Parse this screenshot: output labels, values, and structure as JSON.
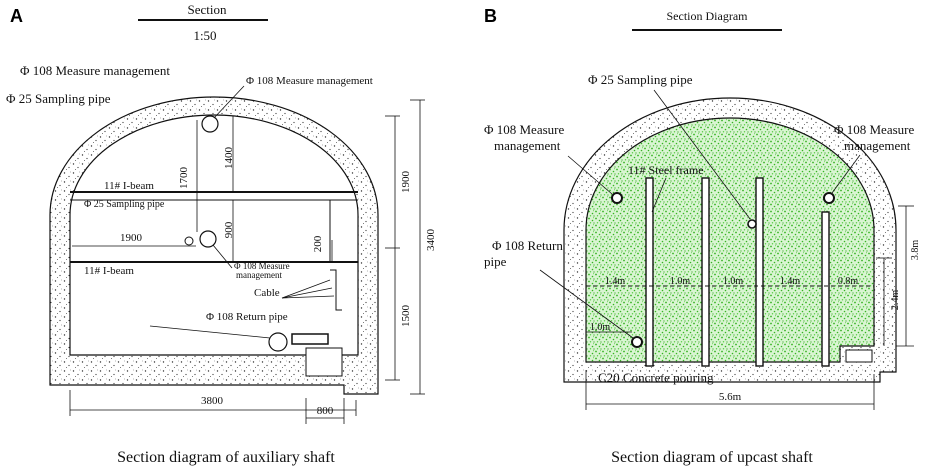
{
  "colors": {
    "concrete_fill": "#5fcf4a",
    "line": "#111111"
  },
  "panel_a": {
    "letter": "A",
    "section_title": "Section",
    "section_scale": "1:50",
    "caption": "Section diagram of auxiliary shaft",
    "labels": {
      "measure_top_left": "Φ 108 Measure management",
      "sampling_top_left": "Φ 25 Sampling pipe",
      "measure_top_inner": "Φ 108 Measure management",
      "ibeam_upper": "11# I-beam",
      "sampling_inner": "Φ 25 Sampling pipe",
      "ibeam_lower": "11# I-beam",
      "measure_lower_line1": "Φ 108 Measure",
      "measure_lower_line2": "management",
      "cable": "Cable",
      "return_pipe": "Φ 108 Return pipe"
    },
    "dimensions": {
      "d1700": "1700",
      "d1400": "1400",
      "d900": "900",
      "d1900_h": "1900",
      "d200": "200",
      "d1900_v": "1900",
      "d3400": "3400",
      "d1500": "1500",
      "d3800": "3800",
      "d800": "800"
    }
  },
  "panel_b": {
    "letter": "B",
    "section_title": "Section Diagram",
    "caption": "Section diagram of upcast shaft",
    "labels": {
      "sampling_pipe": "Φ 25 Sampling pipe",
      "measure_left_line1": "Φ 108 Measure",
      "measure_left_line2": "management",
      "measure_right_line1": "Φ 108 Measure",
      "measure_right_line2": "management",
      "steel_frame": "11# Steel frame",
      "return_pipe_line1": "Φ 108 Return",
      "return_pipe_line2": "pipe",
      "concrete": "C20 Concrete pouring"
    },
    "dimensions": {
      "s1": "1.4m",
      "s2": "1.0m",
      "s3": "1.0m",
      "s4": "1.4m",
      "s5": "0.8m",
      "s6": "1.0m",
      "width": "5.6m",
      "h_inner": "2.4m",
      "h_total": "3.8m"
    }
  }
}
